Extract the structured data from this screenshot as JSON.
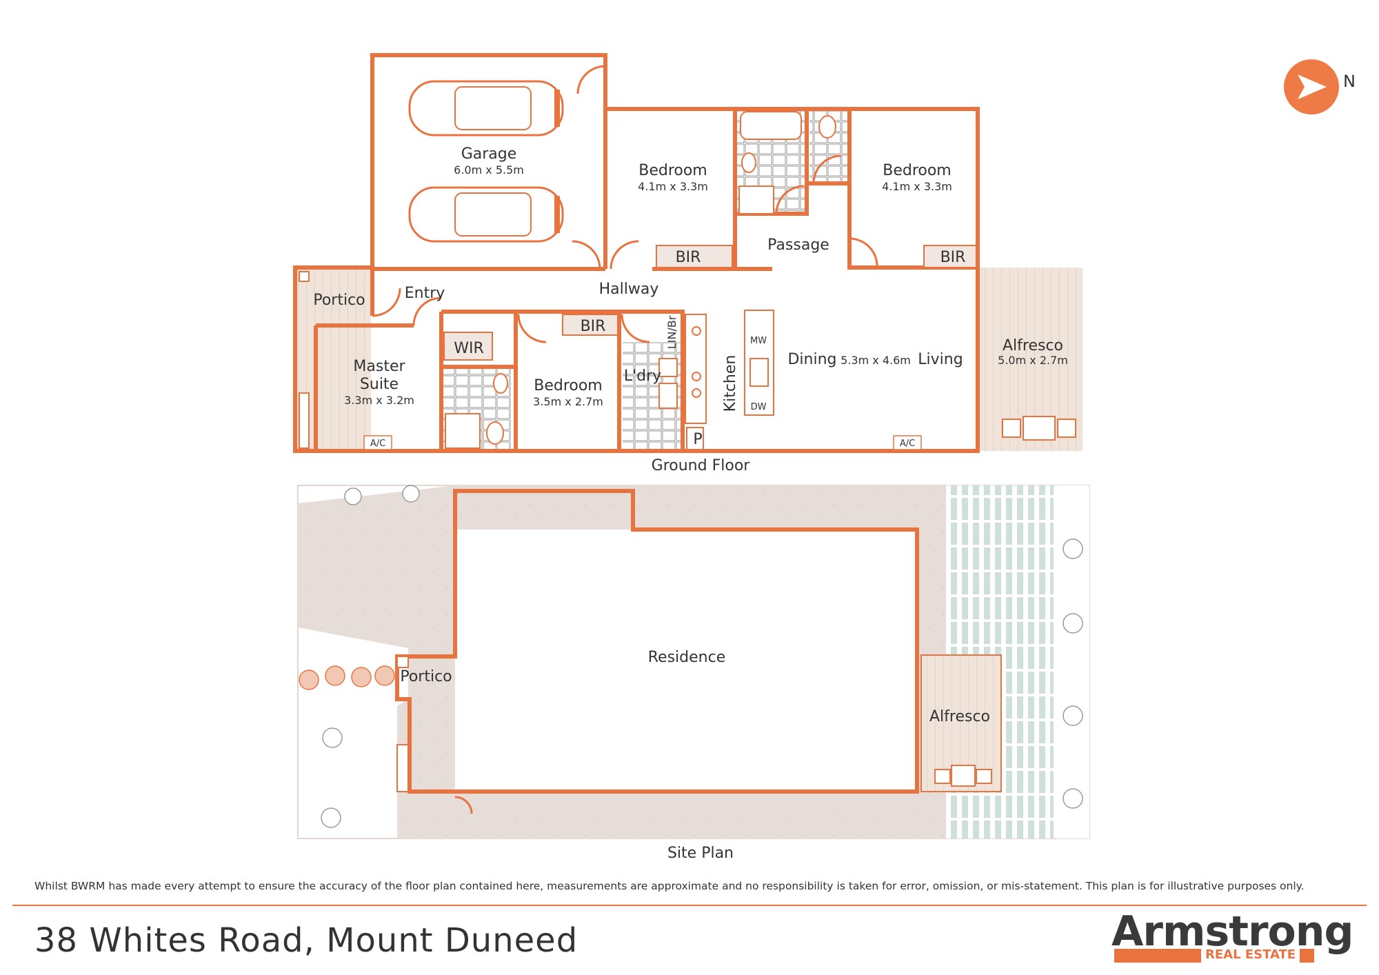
{
  "compass": {
    "label": "N"
  },
  "ground_floor": {
    "caption": "Ground Floor",
    "rooms": {
      "garage": {
        "name": "Garage",
        "dims": "6.0m x 5.5m"
      },
      "bedroom_1": {
        "name": "Bedroom",
        "dims": "4.1m x 3.3m"
      },
      "bedroom_2": {
        "name": "Bedroom",
        "dims": "4.1m x 3.3m"
      },
      "bedroom_3": {
        "name": "Bedroom",
        "dims": "3.5m x 2.7m"
      },
      "master_line1": "Master",
      "master_line2": "Suite",
      "master_dims": "3.3m x 3.2m",
      "dining": "Dining",
      "living_dims": "5.3m x 4.6m",
      "living": "Living",
      "alfresco": {
        "name": "Alfresco",
        "dims": "5.0m x 2.7m"
      },
      "passage": "Passage",
      "hallway": "Hallway",
      "entry": "Entry",
      "portico": "Portico",
      "wir": "WIR",
      "laundry": "L'dry",
      "kitchen": "Kitchen",
      "lin_br": "LIN/Br",
      "pantry": "P",
      "bir": "BIR",
      "ac": "A/C",
      "mw": "MW",
      "dw": "DW"
    }
  },
  "site_plan": {
    "caption": "Site Plan",
    "residence": "Residence",
    "portico": "Portico",
    "alfresco": "Alfresco"
  },
  "disclaimer": "Whilst BWRM  has made every attempt to ensure the accuracy of the floor plan contained here, measurements are approximate and no responsibility is taken for error, omission, or mis-statement. This plan is for illustrative purposes only.",
  "address": "38 Whites Road, Mount Duneed",
  "logo": {
    "name": "Armstrong",
    "tagline": "REAL ESTATE"
  },
  "colors": {
    "accent": "#e8733f",
    "text": "#333333",
    "paving": "#e6ddd8",
    "lawn": "#cfe0d8",
    "deck": "#efe3da"
  }
}
